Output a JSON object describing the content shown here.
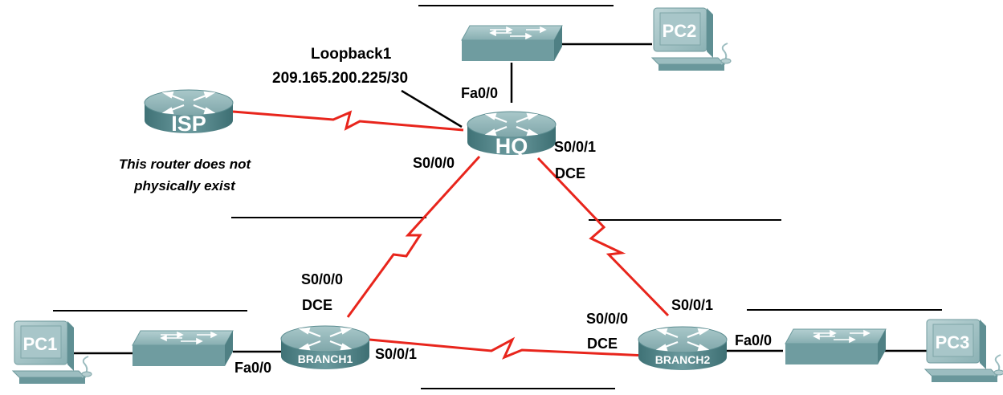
{
  "routers": {
    "isp": "ISP",
    "hq": "HQ",
    "branch1": "BRANCH1",
    "branch2": "BRANCH2"
  },
  "pcs": {
    "pc1": "PC1",
    "pc2": "PC2",
    "pc3": "PC3"
  },
  "labels": {
    "loopback_name": "Loopback1",
    "loopback_ip": "209.165.200.225/30",
    "hq_fa": "Fa0/0",
    "hq_s000": "S0/0/0",
    "hq_s001": "S0/0/1",
    "hq_dce": "DCE",
    "b1_s000": "S0/0/0",
    "b1_dce": "DCE",
    "b1_s001": "S0/0/1",
    "b1_fa": "Fa0/0",
    "b2_s000": "S0/0/0",
    "b2_dce": "DCE",
    "b2_s001": "S0/0/1",
    "b2_fa": "Fa0/0"
  },
  "isp_note": {
    "line1": "This router does not",
    "line2": "physically exist"
  },
  "colors": {
    "serial_link": "#e8251c",
    "router_top": "#8fb3b6",
    "router_side": "#4f8387",
    "switch_top": "#9bbcbf",
    "pc_body": "#9fc0c3",
    "pc_screen": "#b9d3d5",
    "ethernet_link": "#000000"
  }
}
